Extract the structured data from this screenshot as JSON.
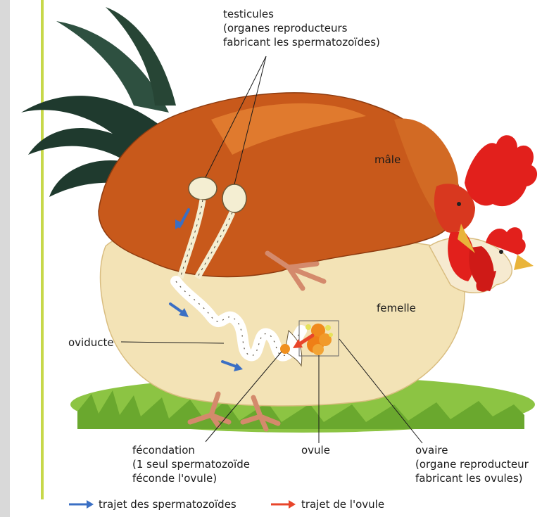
{
  "labels": {
    "testicules": [
      "testicules",
      "(organes reproducteurs",
      "fabricant les spermatozoïdes)"
    ],
    "male": "mâle",
    "femelle": "femelle",
    "oviducte": "oviducte",
    "fecondation": [
      "fécondation",
      "(1 seul spermatozoïde",
      "féconde l'ovule)"
    ],
    "ovule": "ovule",
    "ovaire": [
      "ovaire",
      "(organe reproducteur",
      "fabricant les ovules)"
    ]
  },
  "legend": {
    "sperm_path": "trajet des spermatozoïdes",
    "ovum_path": "trajet de l'ovule"
  },
  "colors": {
    "sperm_arrow": "#3a6fc4",
    "ovum_arrow": "#e8452a",
    "rooster_body": "#c8591b",
    "hen_body": "#f3e3b6",
    "comb": "#e2201c",
    "tail": "#1f3a2e",
    "grass": "#7cb83a",
    "margin_line": "#c7d84a"
  }
}
